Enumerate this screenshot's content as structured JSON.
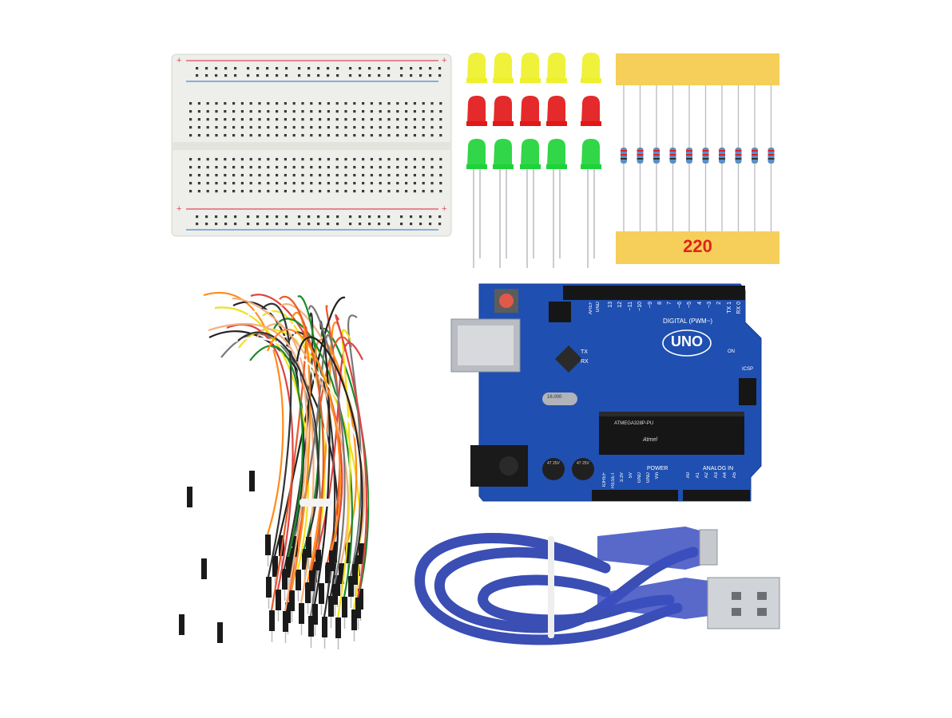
{
  "resistor_pack": {
    "value_label": "220"
  },
  "arduino_board": {
    "model_label": "UNO",
    "digital_label": "DIGITAL (PWM~)",
    "power_label": "POWER",
    "analog_label": "ANALOG IN",
    "icsp_label": "ICSP",
    "on_label": "ON",
    "tx_label": "TX",
    "rx_label": "RX",
    "aref_label": "AREF",
    "gnd_label": "GND",
    "chip_label": "ATMEGA328P-PU",
    "chip_brand": "Atmel",
    "crystal_label": "16.000",
    "digital_pin_labels": [
      "13",
      "12",
      "~11",
      "~10",
      "~9",
      "8",
      "7",
      "~6",
      "~5",
      "4",
      "~3",
      "2",
      "TX 1",
      "RX 0"
    ],
    "power_pin_labels": [
      "IOREF",
      "RESET",
      "3.3V",
      "5V",
      "GND",
      "GND",
      "Vin"
    ],
    "analog_pin_labels": [
      "A0",
      "A1",
      "A2",
      "A3",
      "A4",
      "A5"
    ],
    "cap_label_1": "47 25V",
    "cap_label_2": "47 25V"
  },
  "colors": {
    "background": "#ffffff",
    "resistor_tape": "#f5cf5a",
    "resistor_value": "#e0241b",
    "board_blue": "#1f4fb0",
    "breadboard": "#eeeeea",
    "cable_blue": "#2a3fae",
    "led_yellow": "#eef02a",
    "led_red": "#e21818",
    "led_green": "#1fd23a"
  }
}
